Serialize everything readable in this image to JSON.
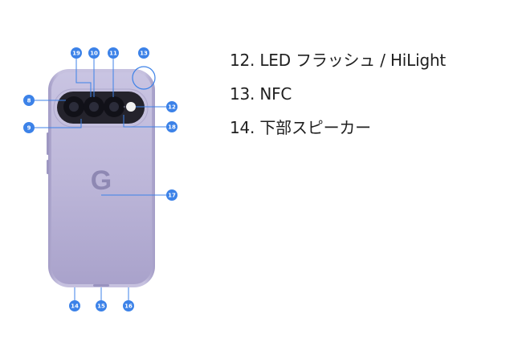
{
  "legend": {
    "items": [
      "12. LED フラッシュ / HiLight",
      "13. NFC",
      "14. 下部スピーカー"
    ]
  },
  "callouts": [
    "8",
    "9",
    "10",
    "11",
    "12",
    "13",
    "14",
    "15",
    "16",
    "17",
    "18",
    "19"
  ],
  "phone": {
    "logo": "G"
  },
  "colors": {
    "callout_blue": "#3c82e8",
    "phone_body": "#bcb6d8",
    "camera_bar": "#2a2a35"
  }
}
